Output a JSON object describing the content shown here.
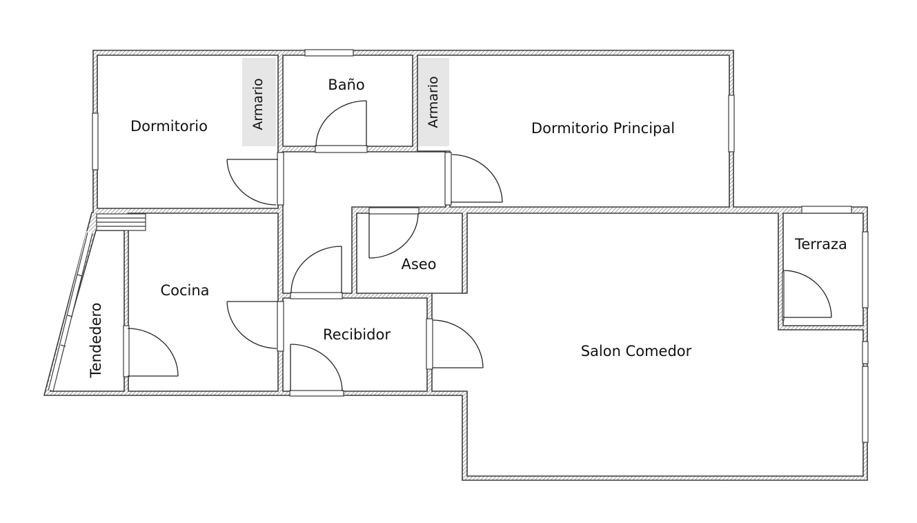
{
  "plan": {
    "rooms": {
      "dormitorio": "Dormitorio",
      "bano": "Baño",
      "dormitorio_principal": "Dormitorio Principal",
      "cocina": "Cocina",
      "aseo": "Aseo",
      "terraza": "Terraza",
      "recibidor": "Recibidor",
      "salon_comedor": "Salon Comedor",
      "tendedero": "Tendedero"
    },
    "closets": {
      "armario_left": "Armario",
      "armario_right": "Armario"
    }
  },
  "colors": {
    "wall_outline": "#3a3a3a",
    "wall_hatch": "#8a8a8a",
    "closet_fill": "#e6e6e6",
    "background": "#ffffff"
  }
}
